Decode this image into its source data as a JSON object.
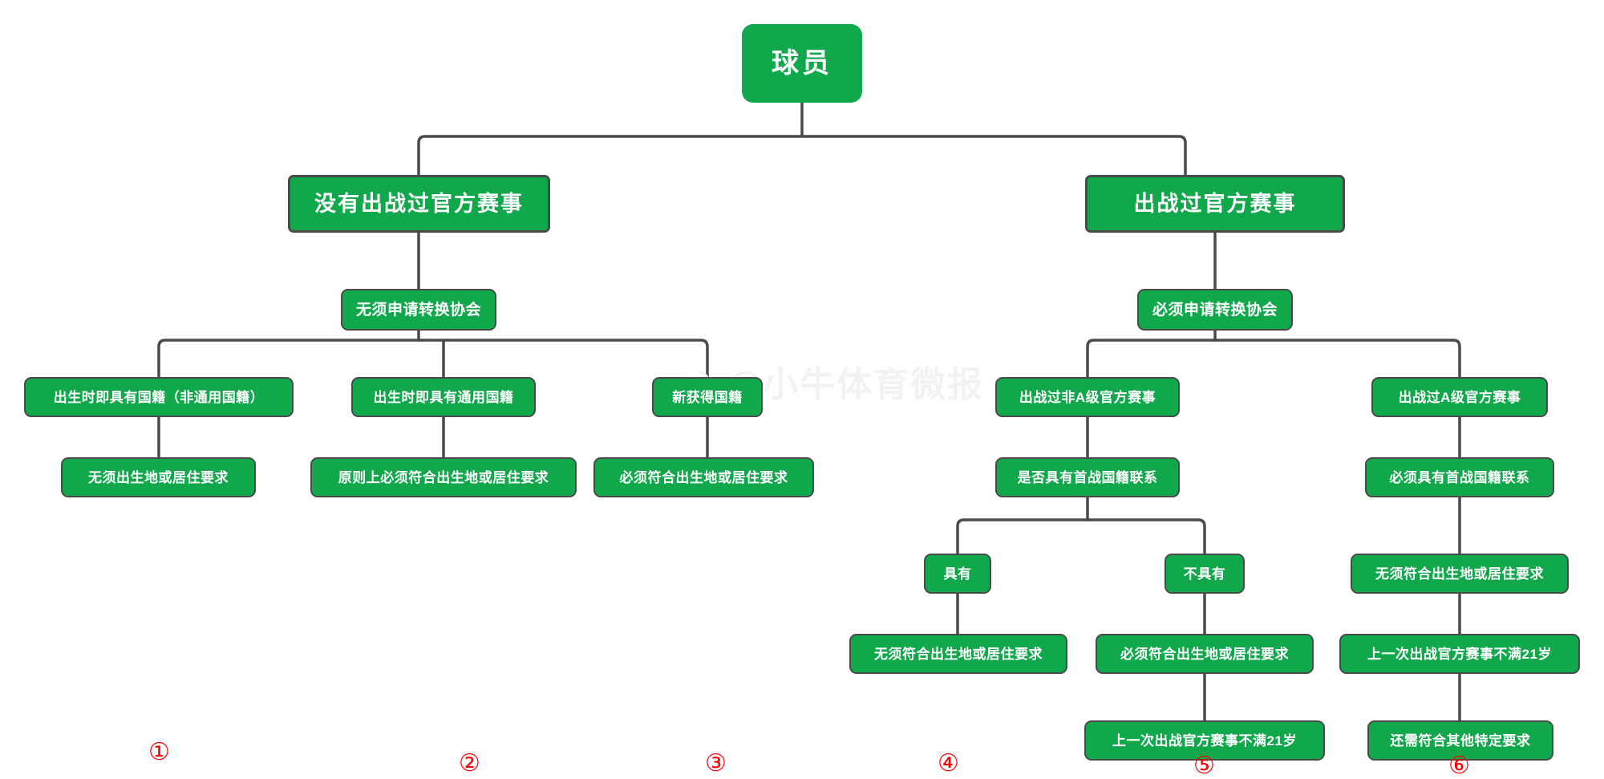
{
  "diagram": {
    "title_node": "球员",
    "watermark": "@小牛体育微报",
    "colors": {
      "node_fill": "#11a84c",
      "node_border": "#4a4a4a",
      "node_text": "#ffffff",
      "wire": "#4a4a4a",
      "index_number": "#ff0000",
      "watermark": "#f2f2f2",
      "background": "#ffffff"
    },
    "nodes": {
      "root": "球员",
      "branch_left": "没有出战过官方赛事",
      "branch_right": "出战过官方赛事",
      "left_rule": "无须申请转换协会",
      "right_rule": "必须申请转换协会",
      "l_col1_a": "出生时即具有国籍（非通用国籍）",
      "l_col2_a": "出生时即具有通用国籍",
      "l_col3_a": "新获得国籍",
      "l_col1_b": "无须出生地或居住要求",
      "l_col2_b": "原则上必须符合出生地或居住要求",
      "l_col3_b": "必须符合出生地或居住要求",
      "r_col1_a": "出战过非A级官方赛事",
      "r_col2_a": "出战过A级官方赛事",
      "r_col1_b": "是否具有首战国籍联系",
      "r_col2_b": "必须具有首战国籍联系",
      "r_has": "具有",
      "r_hasnot": "不具有",
      "r_has_req": "无须符合出生地或居住要求",
      "r_hasnot_req": "必须符合出生地或居住要求",
      "r_hasnot_age": "上一次出战官方赛事不满21岁",
      "r_col2_c": "无须符合出生地或居住要求",
      "r_col2_d": "上一次出战官方赛事不满21岁",
      "r_col2_e": "还需符合其他特定要求"
    },
    "index_numbers": [
      "①",
      "②",
      "③",
      "④",
      "⑤",
      "⑥"
    ]
  }
}
